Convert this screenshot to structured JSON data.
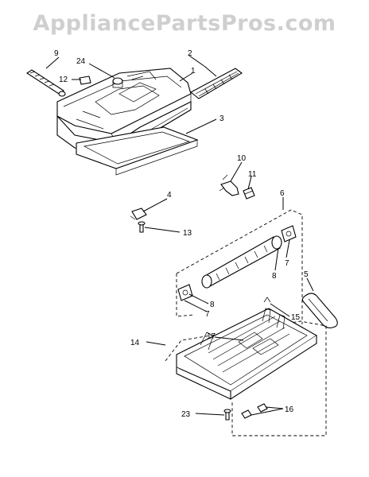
{
  "watermark": "AppliancePartsPros.com",
  "callouts": {
    "c1": "1",
    "c2": "2",
    "c3": "3",
    "c4": "4",
    "c5": "5",
    "c6": "6",
    "c7a": "7",
    "c7b": "7",
    "c8a": "8",
    "c8b": "8",
    "c9": "9",
    "c10": "10",
    "c11": "11",
    "c12": "12",
    "c13": "13",
    "c14": "14",
    "c15": "15",
    "c16": "16",
    "c17": "17",
    "c23": "23",
    "c24": "24"
  }
}
